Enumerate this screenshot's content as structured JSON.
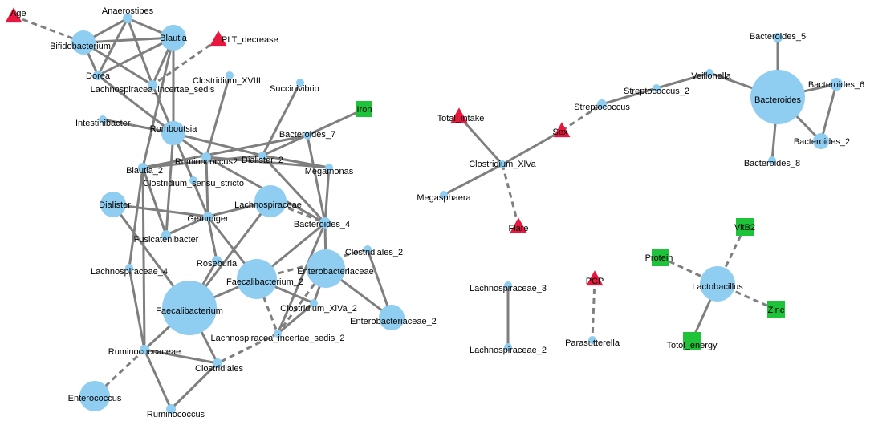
{
  "diagram": {
    "type": "network",
    "colors": {
      "taxon": "#8fcdf1",
      "clinical": "#e8173f",
      "nutrient": "#1ec33a",
      "edge": "#7f7f7f"
    },
    "nodes": [
      {
        "id": "Age",
        "label": "Age",
        "kind": "clinical"
      },
      {
        "id": "Anaerostipes",
        "label": "Anaerostipes",
        "kind": "taxon"
      },
      {
        "id": "Bifidobacterium",
        "label": "Bifidobacterium",
        "kind": "taxon"
      },
      {
        "id": "Blautia",
        "label": "Blautia",
        "kind": "taxon"
      },
      {
        "id": "PLT_decrease",
        "label": "PLT_decrease",
        "kind": "clinical"
      },
      {
        "id": "Dorea",
        "label": "Dorea",
        "kind": "taxon"
      },
      {
        "id": "Lachno_IS",
        "label": "Lachnospiracea_incertae_sedis",
        "kind": "taxon"
      },
      {
        "id": "Clostridium_XVIII",
        "label": "Clostridium_XVIII",
        "kind": "taxon"
      },
      {
        "id": "Succinivibrio",
        "label": "Succinivibrio",
        "kind": "taxon"
      },
      {
        "id": "Iron",
        "label": "Iron",
        "kind": "nutrient"
      },
      {
        "id": "Intestinibacter",
        "label": "Intestinibacter",
        "kind": "taxon"
      },
      {
        "id": "Romboutsia",
        "label": "Romboutsia",
        "kind": "taxon"
      },
      {
        "id": "Bacteroides_7",
        "label": "Bacteroides_7",
        "kind": "taxon"
      },
      {
        "id": "Ruminococcus2",
        "label": "Ruminococcus2",
        "kind": "taxon"
      },
      {
        "id": "Dialister_2",
        "label": "Dialister_2",
        "kind": "taxon"
      },
      {
        "id": "Blautia_2",
        "label": "Blautia_2",
        "kind": "taxon"
      },
      {
        "id": "Megamonas",
        "label": "Megamonas",
        "kind": "taxon"
      },
      {
        "id": "Clostridium_ss",
        "label": "Clostridium_sensu_stricto",
        "kind": "taxon"
      },
      {
        "id": "Dialister",
        "label": "Dialister",
        "kind": "taxon"
      },
      {
        "id": "Lachnospiraceae",
        "label": "Lachnospiraceae",
        "kind": "taxon"
      },
      {
        "id": "Gemmiger",
        "label": "Gemmiger",
        "kind": "taxon"
      },
      {
        "id": "Bacteroides_4",
        "label": "Bacteroides_4",
        "kind": "taxon"
      },
      {
        "id": "Fusicatenibacter",
        "label": "Fusicatenibacter",
        "kind": "taxon"
      },
      {
        "id": "Clostridiales_2",
        "label": "Clostridiales_2",
        "kind": "taxon"
      },
      {
        "id": "Roseburia",
        "label": "Roseburia",
        "kind": "taxon"
      },
      {
        "id": "Enterobacteriaceae",
        "label": "Enterobacteriaceae",
        "kind": "taxon"
      },
      {
        "id": "Lachnospiraceae_4",
        "label": "Lachnospiraceae_4",
        "kind": "taxon"
      },
      {
        "id": "Faecalibacterium_2",
        "label": "Faecalibacterium_2",
        "kind": "taxon"
      },
      {
        "id": "Faecalibacterium",
        "label": "Faecalibacterium",
        "kind": "taxon"
      },
      {
        "id": "Clostridium_XlVa_2",
        "label": "Clostridium_XlVa_2",
        "kind": "taxon"
      },
      {
        "id": "Enterobacteriaceae_2",
        "label": "Enterobacteriaceae_2",
        "kind": "taxon"
      },
      {
        "id": "Lachno_IS_2",
        "label": "Lachnospiracea_incertae_sedis_2",
        "kind": "taxon"
      },
      {
        "id": "Ruminococcaceae",
        "label": "Ruminococcaceae",
        "kind": "taxon"
      },
      {
        "id": "Clostridiales",
        "label": "Clostridiales",
        "kind": "taxon"
      },
      {
        "id": "Enterococcus",
        "label": "Enterococcus",
        "kind": "taxon"
      },
      {
        "id": "Ruminococcus",
        "label": "Ruminococcus",
        "kind": "taxon"
      },
      {
        "id": "Total_intake",
        "label": "Total_intake",
        "kind": "clinical"
      },
      {
        "id": "Sex",
        "label": "Sex",
        "kind": "clinical"
      },
      {
        "id": "Streptococcus",
        "label": "Streptococcus",
        "kind": "taxon"
      },
      {
        "id": "Streptococcus_2",
        "label": "Streptococcus_2",
        "kind": "taxon"
      },
      {
        "id": "Veillonella",
        "label": "Veillonella",
        "kind": "taxon"
      },
      {
        "id": "Bacteroides_5",
        "label": "Bacteroides_5",
        "kind": "taxon"
      },
      {
        "id": "Bacteroides",
        "label": "Bacteroides",
        "kind": "taxon"
      },
      {
        "id": "Bacteroides_6",
        "label": "Bacteroides_6",
        "kind": "taxon"
      },
      {
        "id": "Bacteroides_2",
        "label": "Bacteroides_2",
        "kind": "taxon"
      },
      {
        "id": "Bacteroides_8",
        "label": "Bacteroides_8",
        "kind": "taxon"
      },
      {
        "id": "Clostridium_XlVa",
        "label": "Clostridium_XlVa",
        "kind": "taxon"
      },
      {
        "id": "Megasphaera",
        "label": "Megasphaera",
        "kind": "taxon"
      },
      {
        "id": "Flare",
        "label": "Flare",
        "kind": "clinical"
      },
      {
        "id": "VitB2",
        "label": "VitB2",
        "kind": "nutrient"
      },
      {
        "id": "Protein",
        "label": "Protein",
        "kind": "nutrient"
      },
      {
        "id": "Lactobacillus",
        "label": "Lactobacillus",
        "kind": "taxon"
      },
      {
        "id": "Zinc",
        "label": "Zinc",
        "kind": "nutrient"
      },
      {
        "id": "Totol_energy",
        "label": "Totol_energy",
        "kind": "nutrient"
      },
      {
        "id": "Lachnospiraceae_3",
        "label": "Lachnospiraceae_3",
        "kind": "taxon"
      },
      {
        "id": "Lachnospiraceae_2",
        "label": "Lachnospiraceae_2",
        "kind": "taxon"
      },
      {
        "id": "PCP",
        "label": "PCP",
        "kind": "clinical"
      },
      {
        "id": "Parasutterella",
        "label": "Parasutterella",
        "kind": "taxon"
      }
    ],
    "edges": [
      {
        "source": "Age",
        "target": "Bifidobacterium",
        "style": "dashed"
      },
      {
        "source": "Bifidobacterium",
        "target": "Anaerostipes",
        "style": "solid"
      },
      {
        "source": "Bifidobacterium",
        "target": "Blautia",
        "style": "solid"
      },
      {
        "source": "Bifidobacterium",
        "target": "Dorea",
        "style": "solid"
      },
      {
        "source": "Bifidobacterium",
        "target": "Lachno_IS",
        "style": "solid"
      },
      {
        "source": "Anaerostipes",
        "target": "Blautia",
        "style": "solid"
      },
      {
        "source": "Anaerostipes",
        "target": "Dorea",
        "style": "solid"
      },
      {
        "source": "Anaerostipes",
        "target": "Lachno_IS",
        "style": "solid"
      },
      {
        "source": "Blautia",
        "target": "Dorea",
        "style": "solid"
      },
      {
        "source": "Blautia",
        "target": "Lachno_IS",
        "style": "solid"
      },
      {
        "source": "Blautia",
        "target": "Romboutsia",
        "style": "solid"
      },
      {
        "source": "Blautia",
        "target": "Blautia_2",
        "style": "solid"
      },
      {
        "source": "Dorea",
        "target": "Romboutsia",
        "style": "solid"
      },
      {
        "source": "PLT_decrease",
        "target": "Lachno_IS",
        "style": "dashed"
      },
      {
        "source": "Lachno_IS",
        "target": "Romboutsia",
        "style": "solid"
      },
      {
        "source": "Intestinibacter",
        "target": "Romboutsia",
        "style": "solid"
      },
      {
        "source": "Romboutsia",
        "target": "Ruminococcus2",
        "style": "solid"
      },
      {
        "source": "Romboutsia",
        "target": "Dialister_2",
        "style": "solid"
      },
      {
        "source": "Romboutsia",
        "target": "Fusicatenibacter",
        "style": "solid"
      },
      {
        "source": "Romboutsia",
        "target": "Gemmiger",
        "style": "solid"
      },
      {
        "source": "Clostridium_XVIII",
        "target": "Ruminococcus2",
        "style": "solid"
      },
      {
        "source": "Succinivibrio",
        "target": "Dialister_2",
        "style": "solid"
      },
      {
        "source": "Iron",
        "target": "Dialister_2",
        "style": "solid"
      },
      {
        "source": "Ruminococcus2",
        "target": "Gemmiger",
        "style": "solid"
      },
      {
        "source": "Ruminococcus2",
        "target": "Bacteroides_4",
        "style": "solid"
      },
      {
        "source": "Ruminococcus2",
        "target": "Megamonas",
        "style": "solid"
      },
      {
        "source": "Blautia_2",
        "target": "Bacteroides_7",
        "style": "solid"
      },
      {
        "source": "Blautia_2",
        "target": "Fusicatenibacter",
        "style": "solid"
      },
      {
        "source": "Blautia_2",
        "target": "Lachnospiraceae_4",
        "style": "solid"
      },
      {
        "source": "Dialister_2",
        "target": "Bacteroides_4",
        "style": "solid"
      },
      {
        "source": "Dialister_2",
        "target": "Megamonas",
        "style": "solid"
      },
      {
        "source": "Dialister_2",
        "target": "Blautia_2",
        "style": "solid"
      },
      {
        "source": "Bacteroides_7",
        "target": "Bacteroides_4",
        "style": "solid"
      },
      {
        "source": "Megamonas",
        "target": "Bacteroides_4",
        "style": "solid"
      },
      {
        "source": "Dialister",
        "target": "Gemmiger",
        "style": "solid"
      },
      {
        "source": "Dialister",
        "target": "Faecalibacterium",
        "style": "solid"
      },
      {
        "source": "Lachnospiraceae",
        "target": "Gemmiger",
        "style": "solid"
      },
      {
        "source": "Lachnospiraceae",
        "target": "Bacteroides_4",
        "style": "dashed"
      },
      {
        "source": "Lachnospiraceae",
        "target": "Faecalibacterium",
        "style": "solid"
      },
      {
        "source": "Gemmiger",
        "target": "Fusicatenibacter",
        "style": "solid"
      },
      {
        "source": "Gemmiger",
        "target": "Faecalibacterium_2",
        "style": "solid"
      },
      {
        "source": "Gemmiger",
        "target": "Roseburia",
        "style": "solid"
      },
      {
        "source": "Bacteroides_4",
        "target": "Faecalibacterium_2",
        "style": "solid"
      },
      {
        "source": "Bacteroides_4",
        "target": "Lachno_IS_2",
        "style": "solid"
      },
      {
        "source": "Bacteroides_4",
        "target": "Enterobacteriaceae",
        "style": "solid"
      },
      {
        "source": "Clostridiales_2",
        "target": "Faecalibacterium_2",
        "style": "dashed"
      },
      {
        "source": "Clostridiales_2",
        "target": "Enterobacteriaceae_2",
        "style": "solid"
      },
      {
        "source": "Enterobacteriaceae",
        "target": "Enterobacteriaceae_2",
        "style": "solid"
      },
      {
        "source": "Enterobacteriaceae",
        "target": "Clostridium_XlVa_2",
        "style": "solid"
      },
      {
        "source": "Faecalibacterium_2",
        "target": "Faecalibacterium",
        "style": "solid"
      },
      {
        "source": "Faecalibacterium_2",
        "target": "Clostridium_XlVa_2",
        "style": "solid"
      },
      {
        "source": "Faecalibacterium_2",
        "target": "Lachno_IS_2",
        "style": "dashed"
      },
      {
        "source": "Roseburia",
        "target": "Faecalibacterium",
        "style": "solid"
      },
      {
        "source": "Lachnospiraceae_4",
        "target": "Ruminococcaceae",
        "style": "solid"
      },
      {
        "source": "Faecalibacterium",
        "target": "Ruminococcaceae",
        "style": "solid"
      },
      {
        "source": "Faecalibacterium",
        "target": "Clostridiales",
        "style": "solid"
      },
      {
        "source": "Lachno_IS_2",
        "target": "Clostridiales",
        "style": "dashed"
      },
      {
        "source": "Clostridium_XlVa_2",
        "target": "Lachno_IS_2",
        "style": "solid"
      },
      {
        "source": "Enterobacteriaceae",
        "target": "Lachno_IS_2",
        "style": "dashed"
      },
      {
        "source": "Ruminococcaceae",
        "target": "Clostridiales",
        "style": "solid"
      },
      {
        "source": "Ruminococcaceae",
        "target": "Enterococcus",
        "style": "dashed"
      },
      {
        "source": "Ruminococcaceae",
        "target": "Ruminococcus",
        "style": "solid"
      },
      {
        "source": "Clostridiales",
        "target": "Ruminococcus",
        "style": "solid"
      },
      {
        "source": "Blautia_2",
        "target": "Ruminococcaceae",
        "style": "solid"
      },
      {
        "source": "Total_intake",
        "target": "Clostridium_XlVa",
        "style": "solid"
      },
      {
        "source": "Sex",
        "target": "Clostridium_XlVa",
        "style": "solid"
      },
      {
        "source": "Megasphaera",
        "target": "Clostridium_XlVa",
        "style": "solid"
      },
      {
        "source": "Clostridium_XlVa",
        "target": "Flare",
        "style": "dashed"
      },
      {
        "source": "Sex",
        "target": "Streptococcus",
        "style": "dashed"
      },
      {
        "source": "Streptococcus",
        "target": "Streptococcus_2",
        "style": "solid"
      },
      {
        "source": "Streptococcus_2",
        "target": "Veillonella",
        "style": "solid"
      },
      {
        "source": "Veillonella",
        "target": "Bacteroides",
        "style": "solid"
      },
      {
        "source": "Bacteroides_5",
        "target": "Bacteroides",
        "style": "solid"
      },
      {
        "source": "Bacteroides",
        "target": "Bacteroides_6",
        "style": "solid"
      },
      {
        "source": "Bacteroides",
        "target": "Bacteroides_2",
        "style": "solid"
      },
      {
        "source": "Bacteroides",
        "target": "Bacteroides_8",
        "style": "solid"
      },
      {
        "source": "Bacteroides_6",
        "target": "Bacteroides_2",
        "style": "solid"
      },
      {
        "source": "VitB2",
        "target": "Lactobacillus",
        "style": "dashed"
      },
      {
        "source": "Protein",
        "target": "Lactobacillus",
        "style": "dashed"
      },
      {
        "source": "Zinc",
        "target": "Lactobacillus",
        "style": "dashed"
      },
      {
        "source": "Totol_energy",
        "target": "Lactobacillus",
        "style": "solid"
      },
      {
        "source": "Lachnospiraceae_3",
        "target": "Lachnospiraceae_2",
        "style": "solid"
      },
      {
        "source": "PCP",
        "target": "Parasutterella",
        "style": "dashed"
      }
    ]
  }
}
